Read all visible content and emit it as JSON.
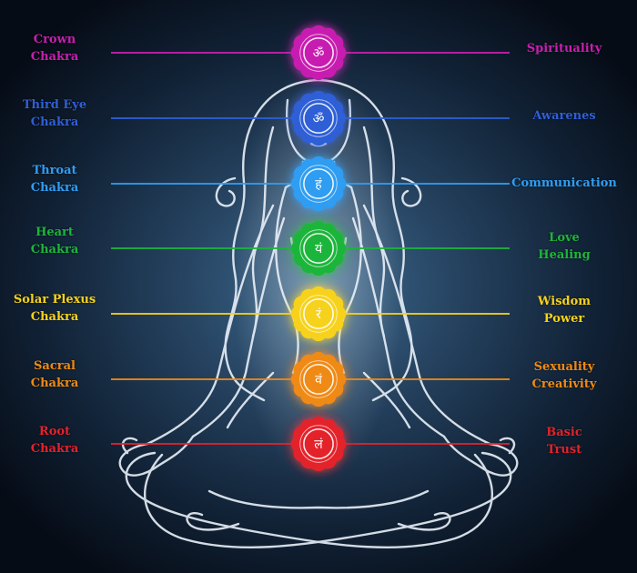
{
  "chakras": [
    {
      "left": [
        "Crown",
        "Chakra"
      ],
      "right": [
        "Spirituality"
      ],
      "color": "#c81fb0",
      "symbol": "ॐ"
    },
    {
      "left": [
        "Third Eye",
        "Chakra"
      ],
      "right": [
        "Awarenes"
      ],
      "color": "#2f5fd6",
      "symbol": "ॐ"
    },
    {
      "left": [
        "Throat",
        "Chakra"
      ],
      "right": [
        "Communication"
      ],
      "color": "#2f9df2",
      "symbol": "हं"
    },
    {
      "left": [
        "Heart",
        "Chakra"
      ],
      "right": [
        "Love",
        "Healing"
      ],
      "color": "#1db53a",
      "symbol": "यं"
    },
    {
      "left": [
        "Solar Plexus",
        "Chakra"
      ],
      "right": [
        "Wisdom",
        "Power"
      ],
      "color": "#f7d21a",
      "symbol": "रं"
    },
    {
      "left": [
        "Sacral",
        "Chakra"
      ],
      "right": [
        "Sexuality",
        "Creativity"
      ],
      "color": "#f08a12",
      "symbol": "वं"
    },
    {
      "left": [
        "Root",
        "Chakra"
      ],
      "right": [
        "Basic",
        "Trust"
      ],
      "color": "#e4222c",
      "symbol": "लं"
    }
  ],
  "colors": {
    "figure_outline": "#e9f0f8",
    "background_center": "#3e6a8f",
    "background_edge": "#060c16"
  }
}
